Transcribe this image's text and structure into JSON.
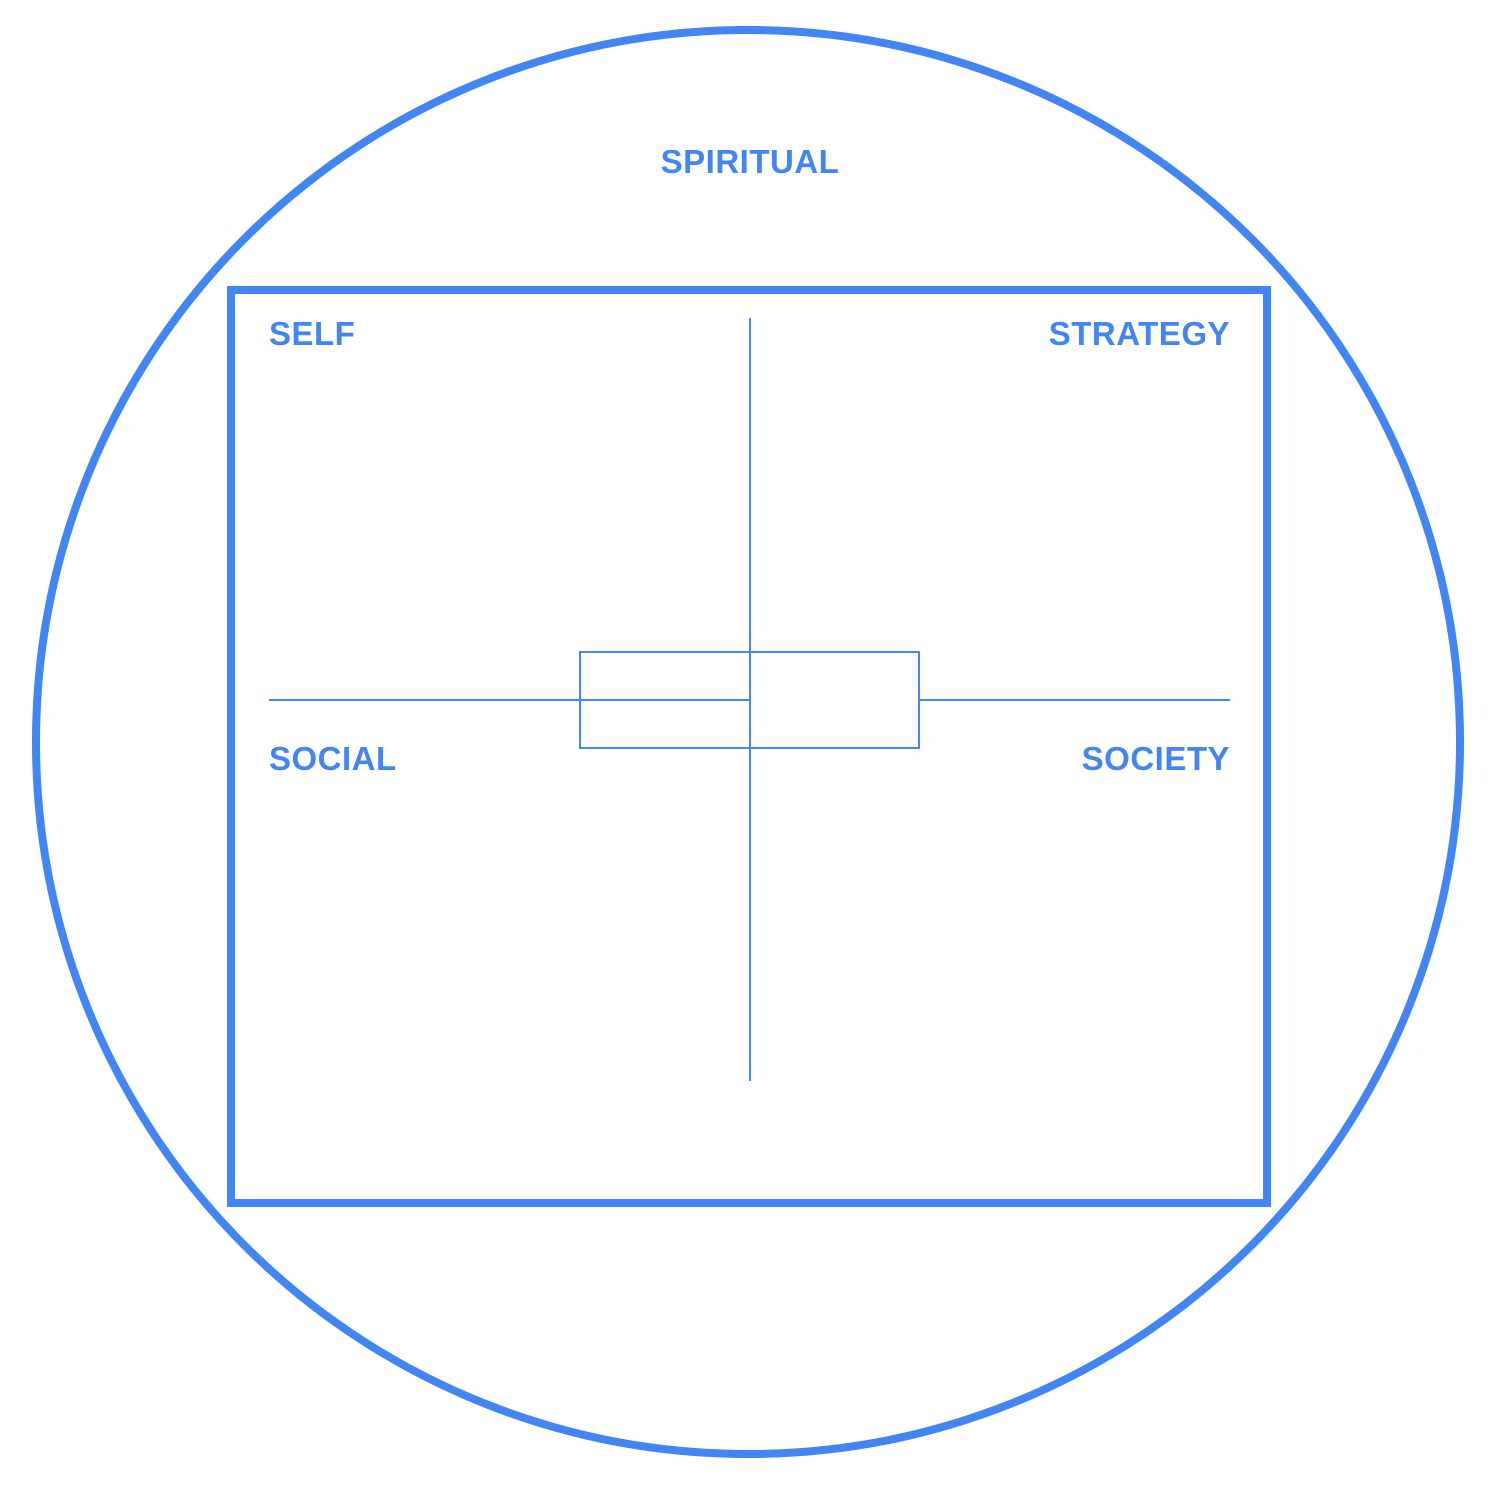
{
  "diagram": {
    "outer_label": "SPIRITUAL",
    "quadrants": {
      "top_left": "SELF",
      "top_right": "STRATEGY",
      "bottom_left": "SOCIAL",
      "bottom_right": "SOCIETY"
    }
  },
  "colors": {
    "stroke": "#4285F4",
    "text": "#4285F4",
    "background": "#FFFFFF"
  }
}
